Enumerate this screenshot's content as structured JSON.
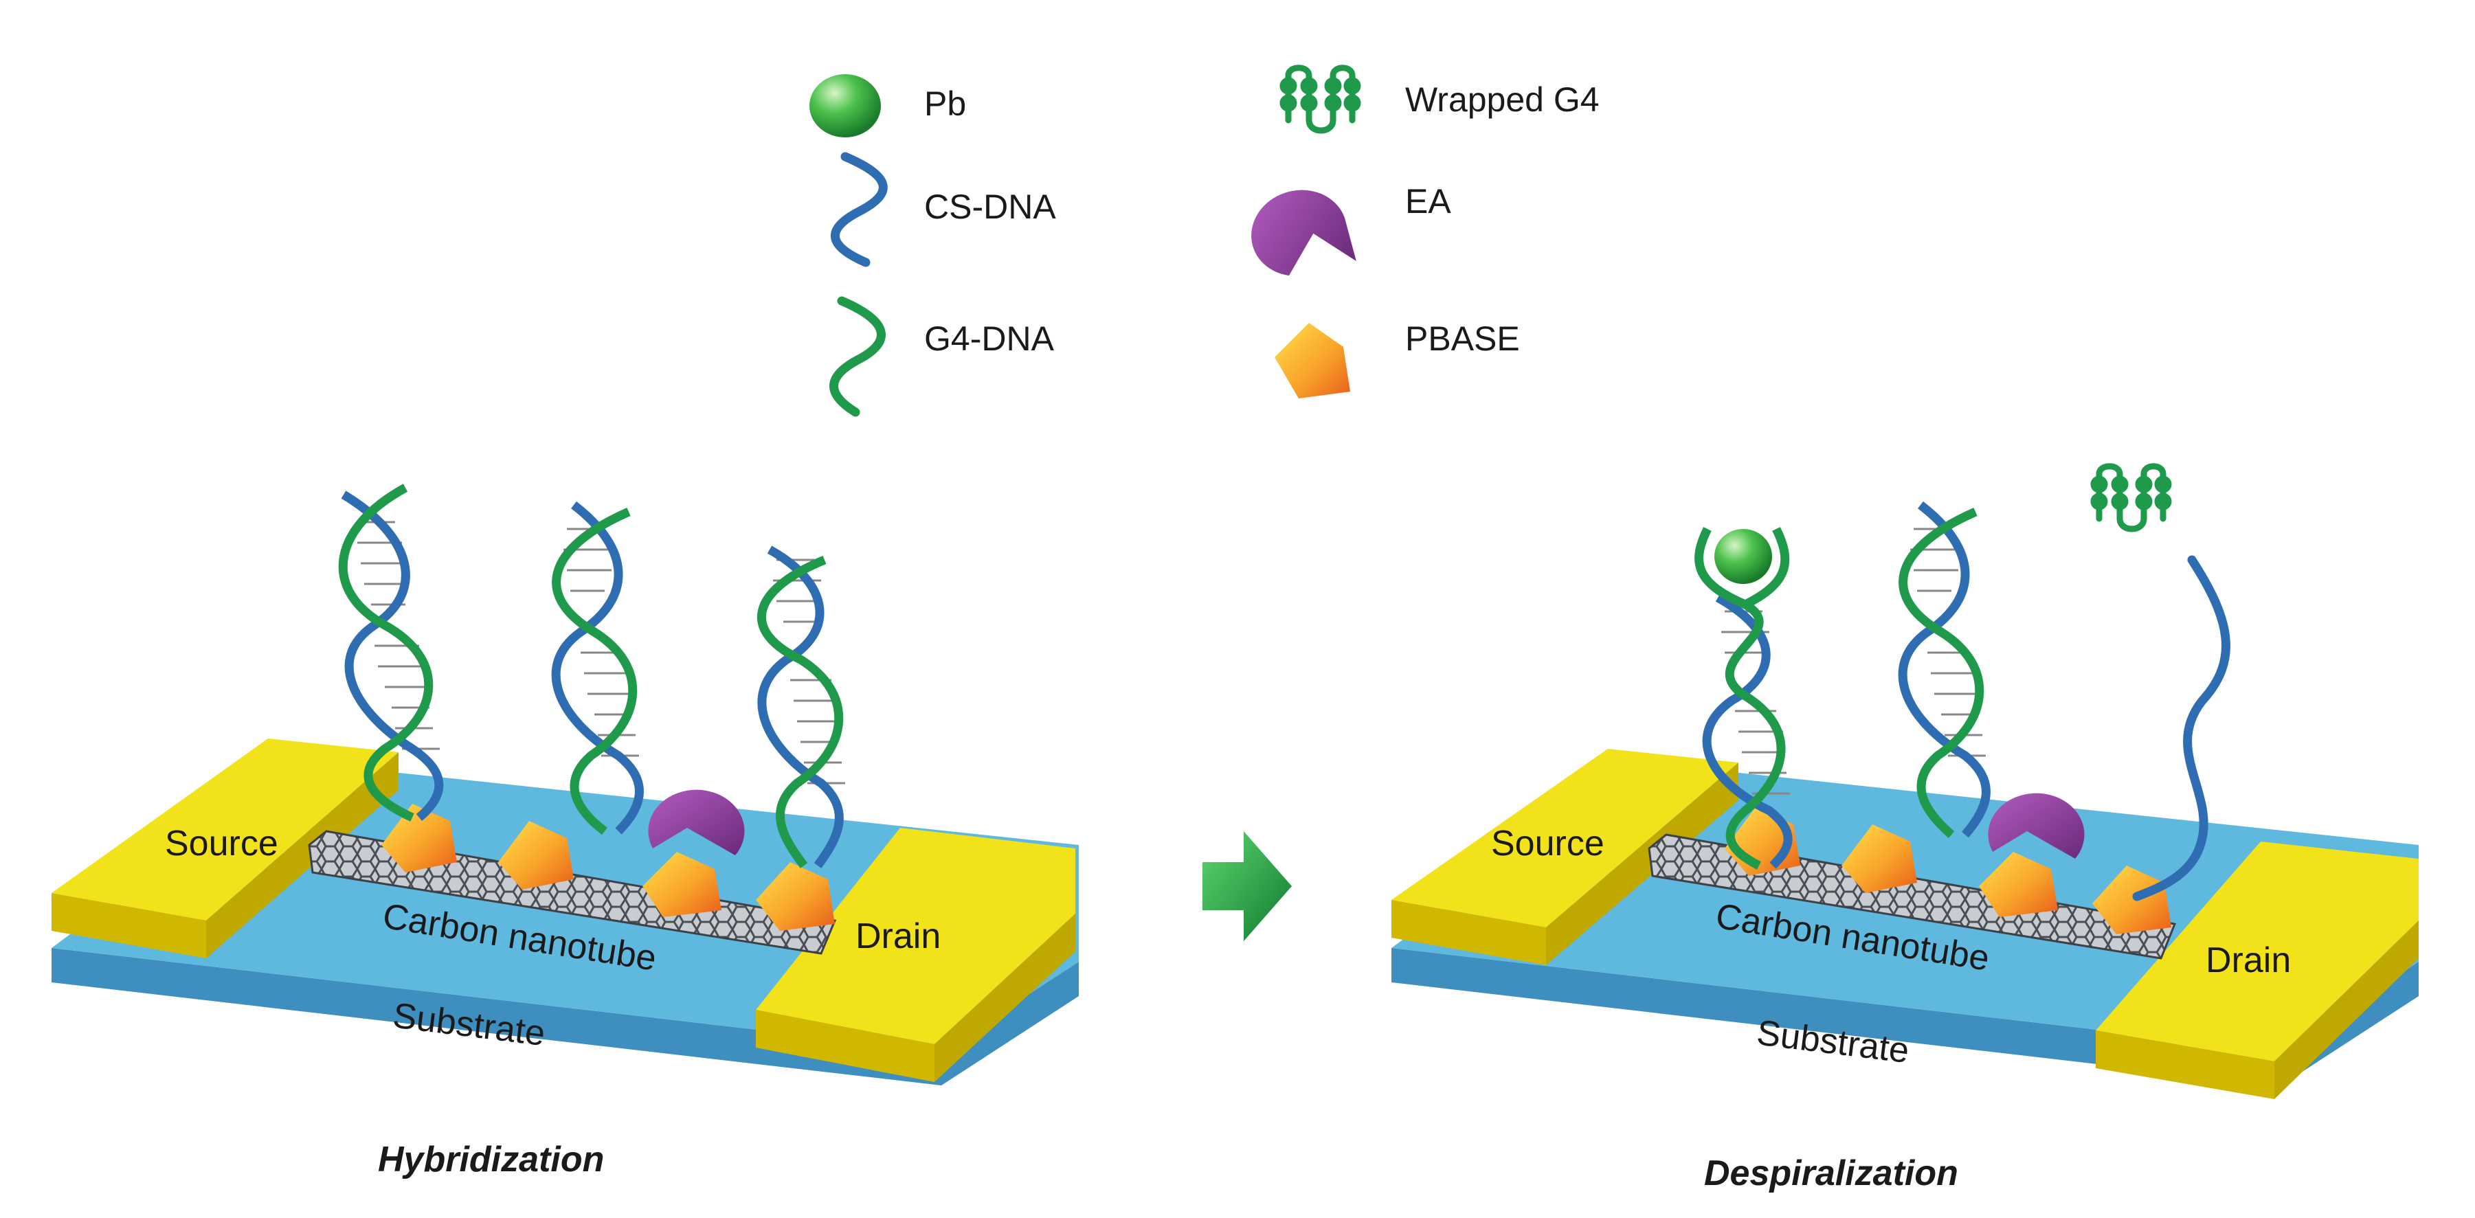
{
  "legend": {
    "pb": "Pb",
    "cs_dna": "CS-DNA",
    "g4_dna": "G4-DNA",
    "wrapped_g4": "Wrapped G4",
    "ea": "EA",
    "pbase": "PBASE"
  },
  "left_device": {
    "source": "Source",
    "drain": "Drain",
    "nanotube": "Carbon nanotube",
    "substrate": "Substrate",
    "caption": "Hybridization"
  },
  "right_device": {
    "source": "Source",
    "drain": "Drain",
    "nanotube": "Carbon nanotube",
    "substrate": "Substrate",
    "caption": "Despiralization"
  },
  "colors": {
    "cs_dna": "#2f6db3",
    "g4_dna": "#1e9a4a",
    "pb": "#37b34a",
    "ea": "#8a3d97",
    "pbase_light": "#ffd23f",
    "pbase_dark": "#f2711c",
    "electrode": "#e8d400",
    "substrate_top": "#5fb8de",
    "substrate_side": "#3e8fc0",
    "arrow": "#20a046"
  }
}
